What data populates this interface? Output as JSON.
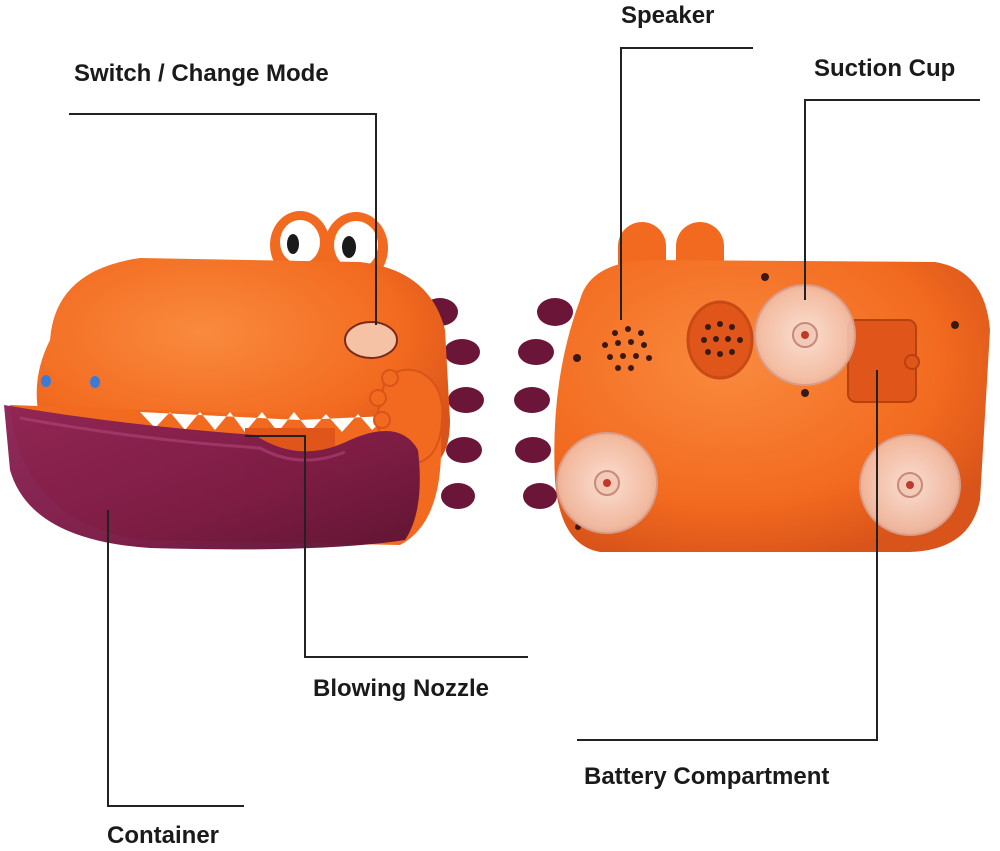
{
  "labels": {
    "switch": "Switch / Change Mode",
    "speaker": "Speaker",
    "suction_cup": "Suction Cup",
    "blowing_nozzle": "Blowing Nozzle",
    "battery_compartment": "Battery Compartment",
    "container": "Container"
  },
  "colors": {
    "body_orange": "#f26a1f",
    "body_orange_dark": "#e0561a",
    "container_purple": "#7a1a45",
    "spike_purple": "#6b1638",
    "cheek_pink": "#f5c2a6",
    "eye_white": "#ffffff",
    "pupil": "#1a1a1a",
    "nostril_blue": "#3b7bd8",
    "suction_clear": "#f6d9cf",
    "leader_line": "#222222",
    "text": "#1a1a1a"
  }
}
